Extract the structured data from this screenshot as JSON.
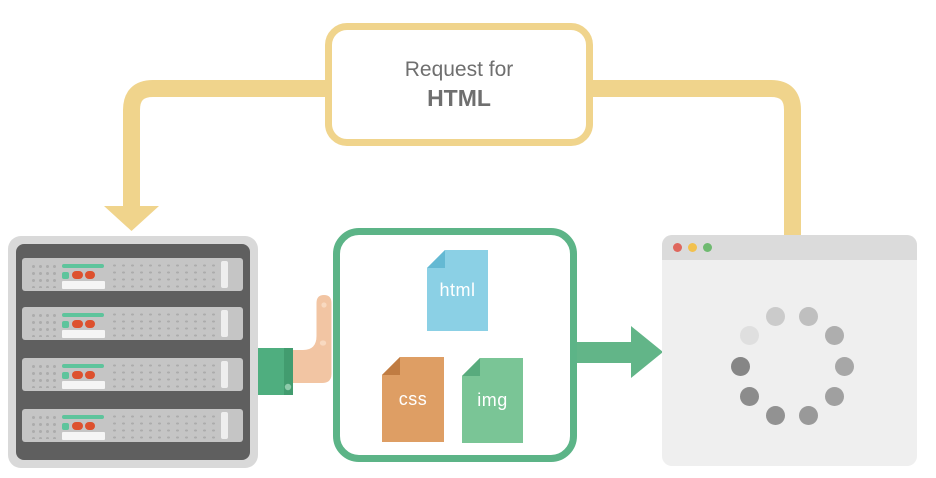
{
  "request_label": {
    "line1": "Request for",
    "line2": "HTML"
  },
  "server_rack": {
    "unit_count": 4
  },
  "files_box": {
    "files": [
      {
        "name": "html",
        "color": "#8BD0E5",
        "fold_color": "#64B9D3"
      },
      {
        "name": "css",
        "color": "#DE9E64",
        "fold_color": "#C07C42"
      },
      {
        "name": "img",
        "color": "#7AC596",
        "fold_color": "#58AB7D"
      }
    ]
  },
  "browser": {
    "traffic_lights": [
      "#DF675D",
      "#F2C14E",
      "#6FBA70"
    ],
    "spinner": {
      "dots": [
        {
          "angle": 144,
          "color": "#DFDFDF"
        },
        {
          "angle": 108,
          "color": "#CBCBCB"
        },
        {
          "angle": 72,
          "color": "#BFBFBF"
        },
        {
          "angle": 36,
          "color": "#AEAEAE"
        },
        {
          "angle": 0,
          "color": "#A7A7A7"
        },
        {
          "angle": 324,
          "color": "#A0A0A0"
        },
        {
          "angle": 288,
          "color": "#999999"
        },
        {
          "angle": 252,
          "color": "#929292"
        },
        {
          "angle": 216,
          "color": "#8C8C8C"
        },
        {
          "angle": 180,
          "color": "#868686"
        }
      ]
    }
  },
  "colors": {
    "arrow-yellow": "#F0D48C",
    "label-text": "#6F6F6F",
    "rack-outer": "#D9D9D9",
    "rack-inner": "#5F5F5F",
    "unit-body": "#C5C5C5",
    "vent-dot": "#ACACAC",
    "unit-green-bar": "#5EC49C",
    "led-green": "#5EC49C",
    "led-red": "#DD512E",
    "unit-white": "#F5F5F5",
    "skin": "#F2C5A3",
    "skin-light": "#F8D9C0",
    "cuff-green": "#4FAE7F",
    "cuff-dark": "#429C6F",
    "cuff-button": "#8ECBAB",
    "box-green": "#5CB487",
    "arrow-green": "#62B588",
    "file-text": "#FFFFFF",
    "browser-body": "#EFEFEF",
    "browser-bar": "#DBDBDB"
  }
}
